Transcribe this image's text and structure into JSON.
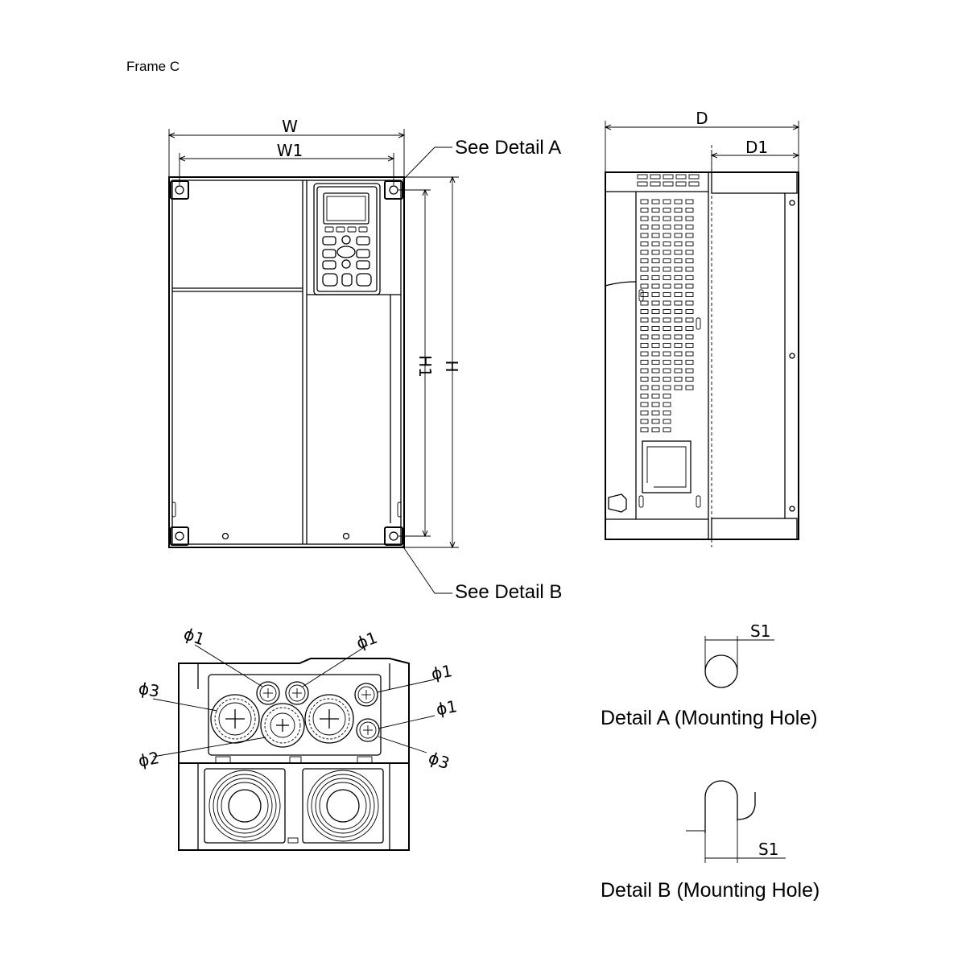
{
  "title": "Frame C",
  "front_view": {
    "dim_w": "W",
    "dim_w1": "W1",
    "dim_h": "H",
    "dim_h1": "H1",
    "callout_a": "See Detail A",
    "callout_b": "See Detail B"
  },
  "side_view": {
    "dim_d": "D",
    "dim_d1": "D1"
  },
  "bottom_view": {
    "labels": [
      "ϕ1",
      "ϕ1",
      "ϕ1",
      "ϕ1",
      "ϕ3",
      "ϕ2",
      "ϕ3"
    ]
  },
  "detail_a": {
    "dim": "S1",
    "caption": "Detail A (Mounting Hole)"
  },
  "detail_b": {
    "dim": "S1",
    "caption": "Detail B (Mounting Hole)"
  }
}
